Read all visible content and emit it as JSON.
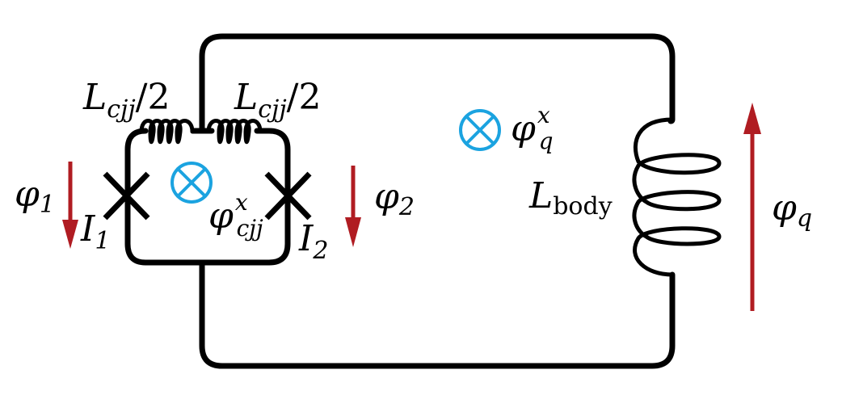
{
  "labels": {
    "lcjj_left": {
      "main": "L",
      "sub": "cjj",
      "rest": "/2"
    },
    "lcjj_right": {
      "main": "L",
      "sub": "cjj",
      "rest": "/2"
    },
    "phi1": {
      "main": "φ",
      "sub": "1"
    },
    "phi2": {
      "main": "φ",
      "sub": "2"
    },
    "phiq": {
      "main": "φ",
      "sub": "q"
    },
    "phi_cjj_x": {
      "main": "φ",
      "sup": "x",
      "sub": "cjj"
    },
    "phi_q_x": {
      "main": "φ",
      "sup": "x",
      "sub": "q"
    },
    "i1": {
      "main": "I",
      "sub": "1"
    },
    "i2": {
      "main": "I",
      "sub": "2"
    },
    "lbody": {
      "main": "L",
      "sub": "body"
    }
  },
  "colors": {
    "wire": "#000000",
    "flux_symbol": "#1ba3e0",
    "arrow": "#b01c22"
  }
}
